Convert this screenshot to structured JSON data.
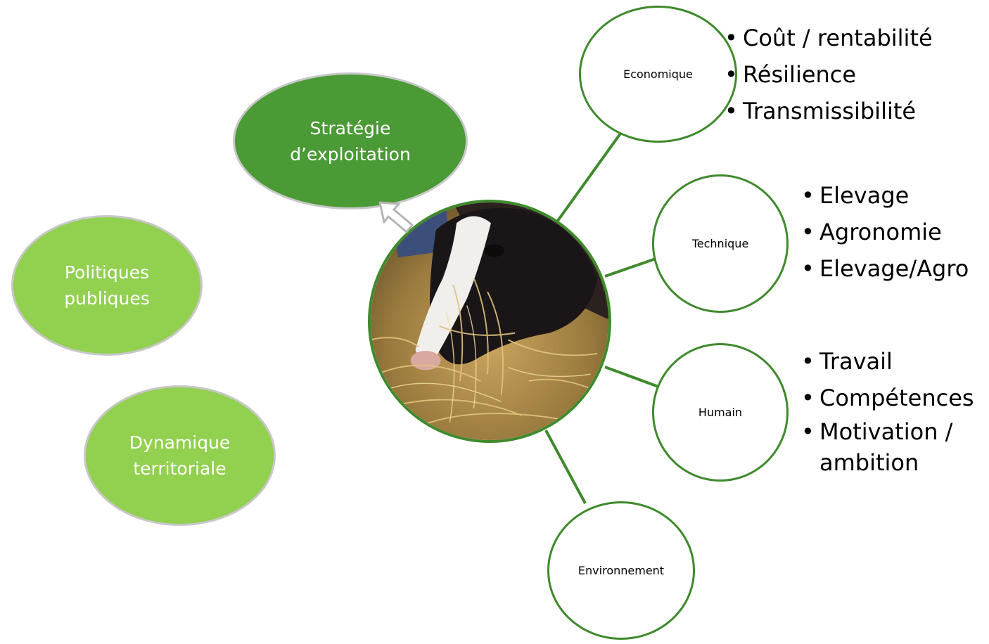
{
  "center": {
    "label": "Stratégie\nd’exploitation"
  },
  "context": [
    {
      "label": "Politiques\npubliques"
    },
    {
      "label": "Dynamique\nterritoriale"
    }
  ],
  "photo": {
    "subject": "cow-eating-hay"
  },
  "dimensions": [
    {
      "label": "Economique",
      "items": [
        "Coût / rentabilité",
        "Résilience",
        "Transmissibilité"
      ]
    },
    {
      "label": "Technique",
      "items": [
        "Elevage",
        "Agronomie",
        "Elevage/Agro"
      ]
    },
    {
      "label": "Humain",
      "items": [
        "Travail",
        "Compétences",
        "Motivation /\nambition"
      ]
    },
    {
      "label": "Environnement",
      "items": []
    }
  ],
  "colors": {
    "dark_green": "#4a9a35",
    "light_green": "#92d050",
    "outline_green": "#3f8a2d"
  }
}
